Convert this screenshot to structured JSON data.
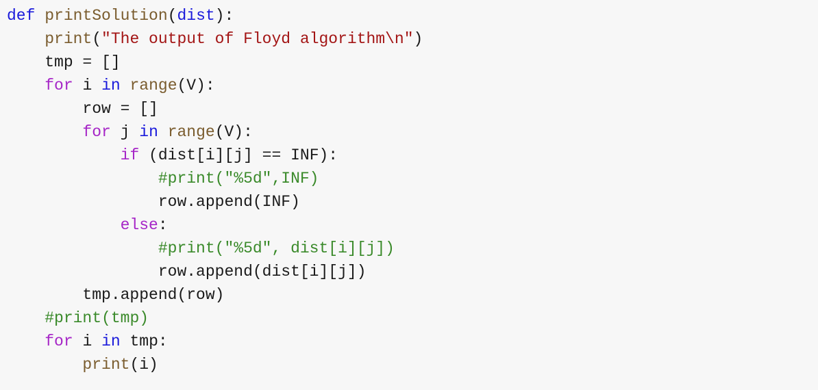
{
  "code_block": {
    "language": "python",
    "colors": {
      "background": "#f7f7f7",
      "keyword": "#1a1adb",
      "control": "#a626c7",
      "function": "#7a5c2e",
      "string": "#a31515",
      "comment": "#3a8a2a",
      "plain": "#1a1a1a"
    },
    "lines": [
      {
        "indent": 0,
        "tokens": [
          {
            "t": "def",
            "c": "kw"
          },
          {
            "t": " ",
            "c": "plain"
          },
          {
            "t": "printSolution",
            "c": "fn"
          },
          {
            "t": "(",
            "c": "plain"
          },
          {
            "t": "dist",
            "c": "kw"
          },
          {
            "t": "):",
            "c": "plain"
          }
        ]
      },
      {
        "indent": 1,
        "tokens": [
          {
            "t": "print",
            "c": "fn"
          },
          {
            "t": "(",
            "c": "plain"
          },
          {
            "t": "\"The output of Floyd algorithm\\n\"",
            "c": "str"
          },
          {
            "t": ")",
            "c": "plain"
          }
        ]
      },
      {
        "indent": 1,
        "tokens": [
          {
            "t": "tmp = []",
            "c": "plain"
          }
        ]
      },
      {
        "indent": 1,
        "tokens": [
          {
            "t": "for",
            "c": "ctl"
          },
          {
            "t": " i ",
            "c": "plain"
          },
          {
            "t": "in",
            "c": "kw"
          },
          {
            "t": " ",
            "c": "plain"
          },
          {
            "t": "range",
            "c": "fn"
          },
          {
            "t": "(V):",
            "c": "plain"
          }
        ]
      },
      {
        "indent": 2,
        "tokens": [
          {
            "t": "row = []",
            "c": "plain"
          }
        ]
      },
      {
        "indent": 2,
        "tokens": [
          {
            "t": "for",
            "c": "ctl"
          },
          {
            "t": " j ",
            "c": "plain"
          },
          {
            "t": "in",
            "c": "kw"
          },
          {
            "t": " ",
            "c": "plain"
          },
          {
            "t": "range",
            "c": "fn"
          },
          {
            "t": "(V):",
            "c": "plain"
          }
        ]
      },
      {
        "indent": 3,
        "tokens": [
          {
            "t": "if",
            "c": "ctl"
          },
          {
            "t": " (dist[i][j] == INF):",
            "c": "plain"
          }
        ]
      },
      {
        "indent": 4,
        "tokens": [
          {
            "t": "#print(\"%5d\",INF)",
            "c": "cmt"
          }
        ]
      },
      {
        "indent": 4,
        "tokens": [
          {
            "t": "row.append(INF)",
            "c": "plain"
          }
        ]
      },
      {
        "indent": 3,
        "tokens": [
          {
            "t": "else",
            "c": "ctl"
          },
          {
            "t": ":",
            "c": "plain"
          }
        ]
      },
      {
        "indent": 4,
        "tokens": [
          {
            "t": "#print(\"%5d\", dist[i][j])",
            "c": "cmt"
          }
        ]
      },
      {
        "indent": 4,
        "tokens": [
          {
            "t": "row.append(dist[i][j])",
            "c": "plain"
          }
        ]
      },
      {
        "indent": 2,
        "tokens": [
          {
            "t": "tmp.append(row)",
            "c": "plain"
          }
        ]
      },
      {
        "indent": 1,
        "tokens": [
          {
            "t": "#print(tmp)",
            "c": "cmt"
          }
        ]
      },
      {
        "indent": 1,
        "tokens": [
          {
            "t": "for",
            "c": "ctl"
          },
          {
            "t": " i ",
            "c": "plain"
          },
          {
            "t": "in",
            "c": "kw"
          },
          {
            "t": " tmp:",
            "c": "plain"
          }
        ]
      },
      {
        "indent": 2,
        "tokens": [
          {
            "t": "print",
            "c": "fn"
          },
          {
            "t": "(i)",
            "c": "plain"
          }
        ]
      }
    ]
  }
}
